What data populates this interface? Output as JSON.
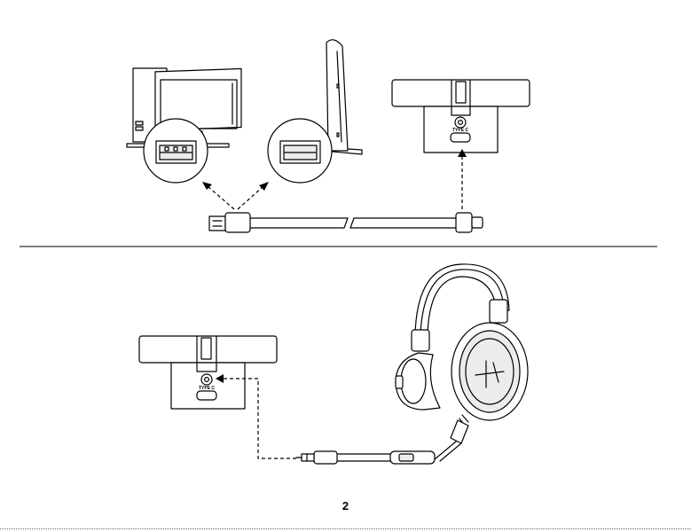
{
  "port_labels": {
    "type_c_top": "TYPE C",
    "type_c_bottom": "TYPE C"
  },
  "page_number": "2"
}
